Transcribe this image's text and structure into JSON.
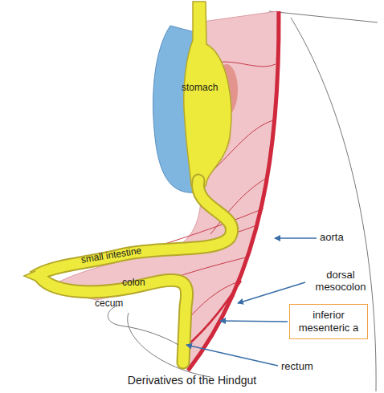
{
  "diagram": {
    "caption": "Derivatives of the Hindgut",
    "nodes": [
      {
        "text": [
          "inferior mesenteric a"
        ]
      }
    ],
    "labels": [
      "stomach",
      "small intestine",
      "colon",
      "cecum",
      "aorta",
      "dorsal mesocolon",
      "rectum"
    ]
  }
}
